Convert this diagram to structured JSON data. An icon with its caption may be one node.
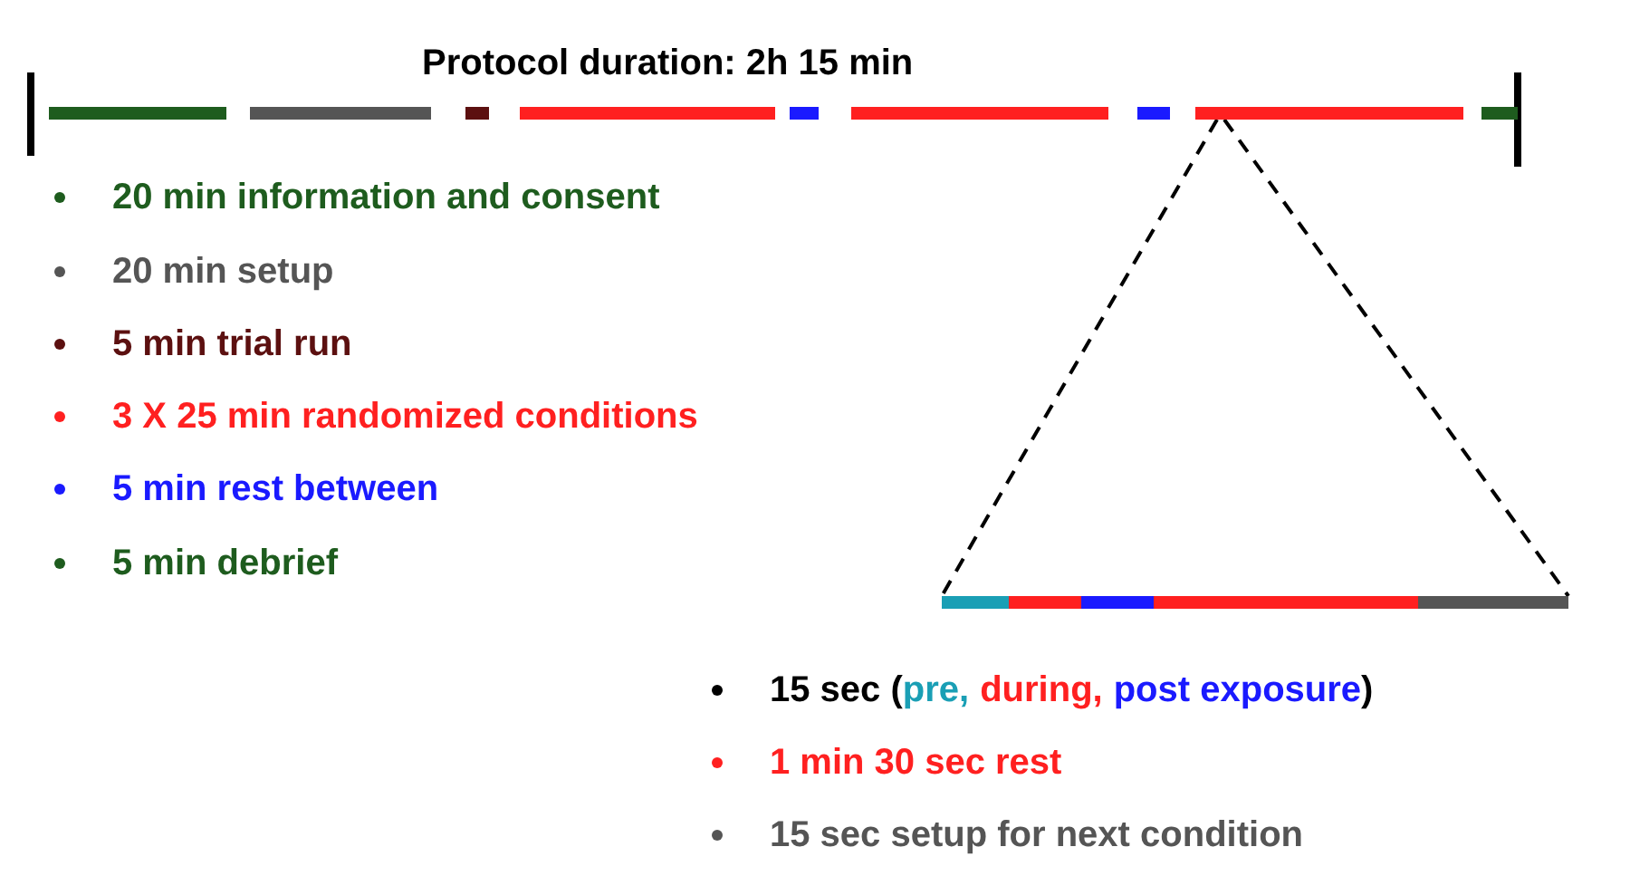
{
  "diagram": {
    "title": "Protocol duration: 2h 15 min",
    "nodes": [
      {
        "text": [],
        "shape": "bar"
      },
      {
        "text": [],
        "shape": "bar"
      }
    ],
    "edges": [
      {
        "from": 0,
        "to": 1,
        "arrow": "none",
        "style": "dashed"
      },
      {
        "from": 0,
        "to": 1,
        "arrow": "none",
        "style": "dashed"
      }
    ],
    "legend": [
      {
        "text": "20 min information and consent",
        "color": "#1e5c1e"
      },
      {
        "text": "20 min setup",
        "color": "#555555"
      },
      {
        "text": "5 min trial run",
        "color": "#5c1010"
      },
      {
        "text": "3 X 25 min randomized conditions",
        "color": "#ff2020"
      },
      {
        "text": "5 min rest between",
        "color": "#1a1aff"
      },
      {
        "text": "5 min debrief",
        "color": "#1e5c1e"
      },
      {
        "text": "15 sec (",
        "color": "#000000"
      },
      {
        "text": "pre,",
        "color": "#1a9fb5"
      },
      {
        "text": "during,",
        "color": "#ff2020"
      },
      {
        "text": "post exposure",
        "color": "#1a1aff"
      },
      {
        "text": ")",
        "color": "#000000"
      },
      {
        "text": "1 min 30 sec rest",
        "color": "#ff2020"
      },
      {
        "text": "15 sec setup for next condition",
        "color": "#555555"
      }
    ]
  }
}
